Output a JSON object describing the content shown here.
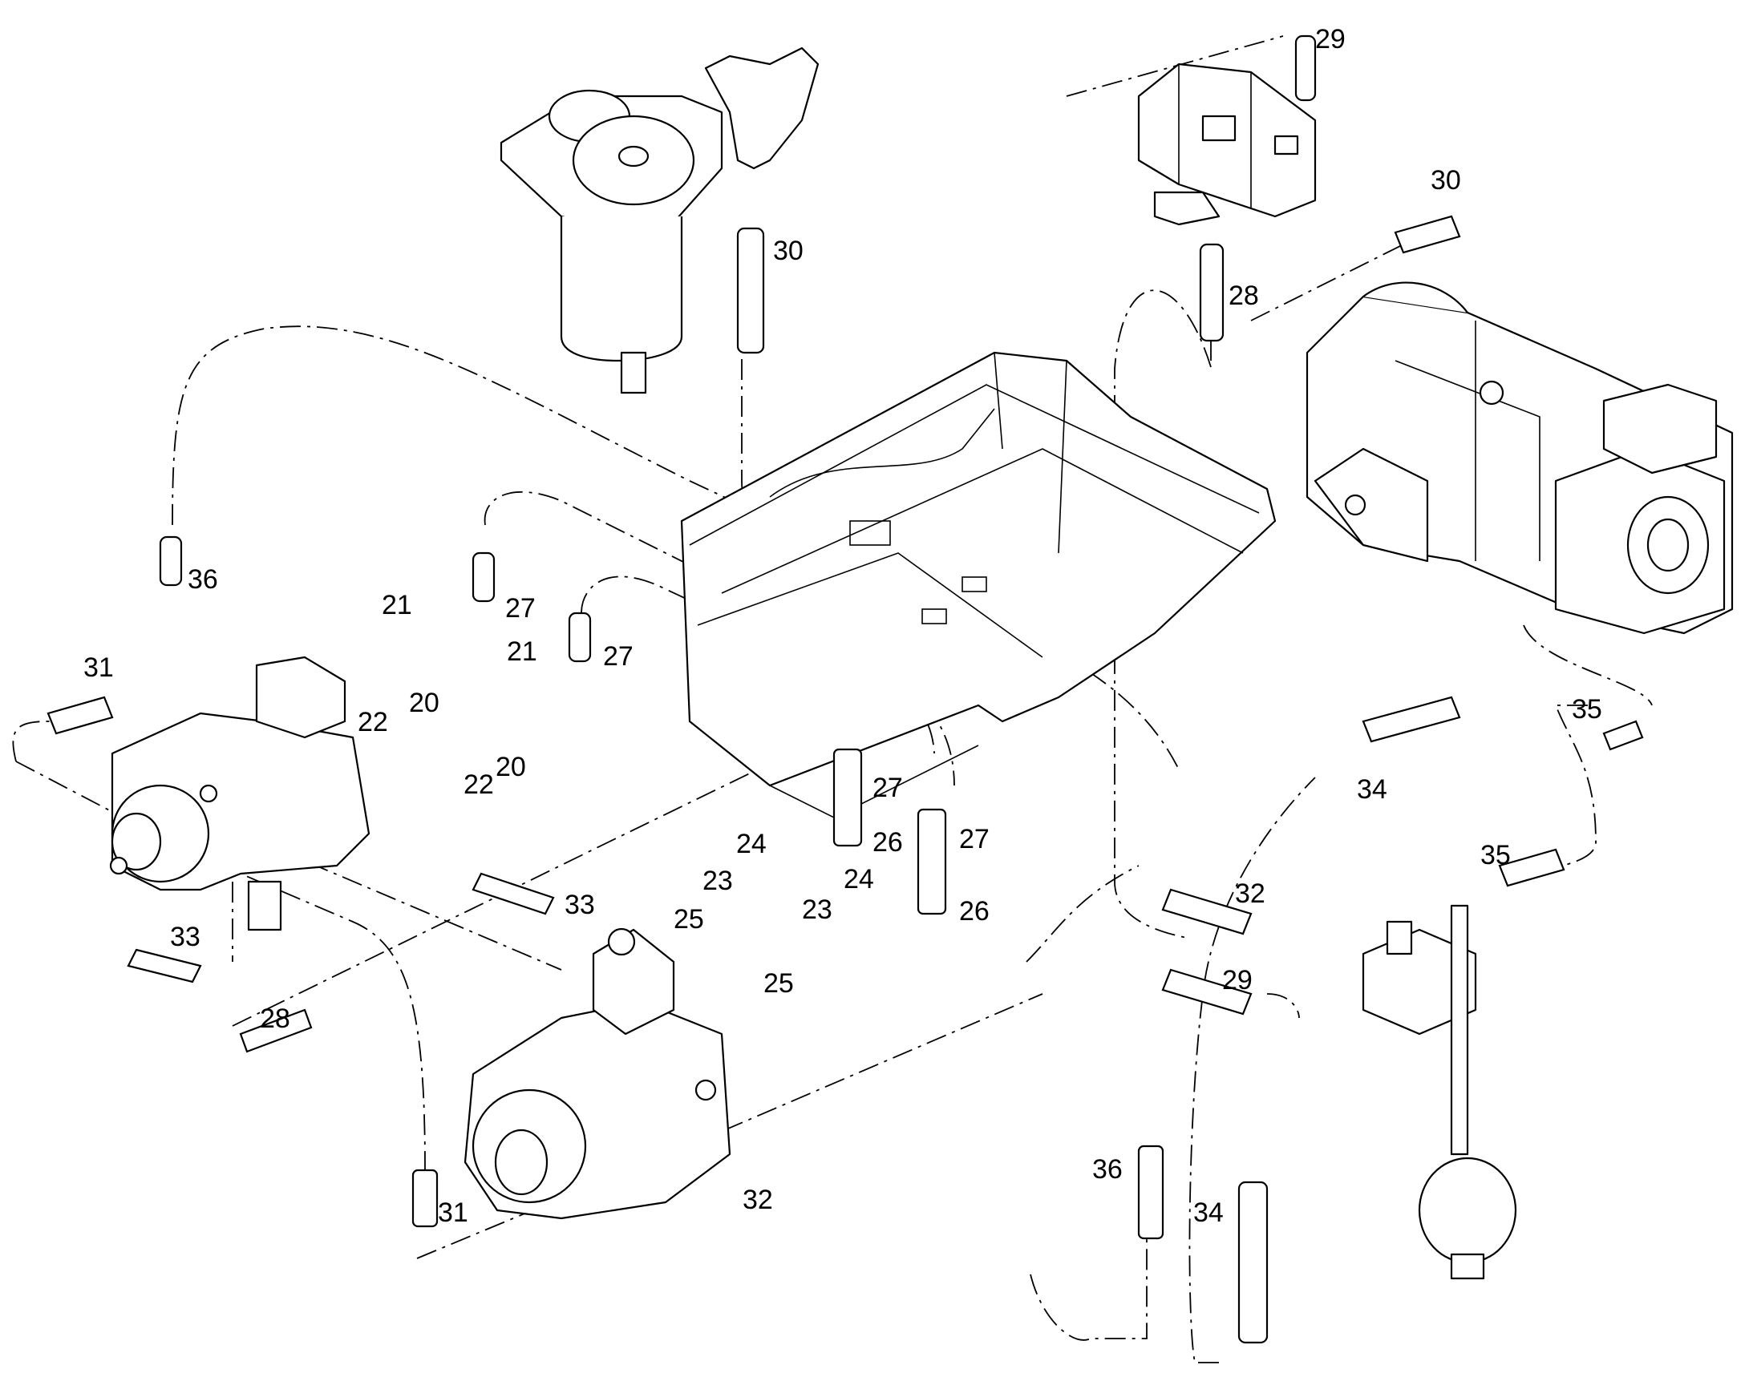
{
  "diagram": {
    "callouts": [
      "20",
      "20",
      "21",
      "21",
      "22",
      "22",
      "23",
      "23",
      "24",
      "24",
      "25",
      "25",
      "26",
      "26",
      "27",
      "27",
      "27",
      "27",
      "28",
      "28",
      "29",
      "29",
      "30",
      "30",
      "31",
      "31",
      "32",
      "32",
      "33",
      "33",
      "34",
      "34",
      "35",
      "35",
      "36",
      "36"
    ]
  }
}
